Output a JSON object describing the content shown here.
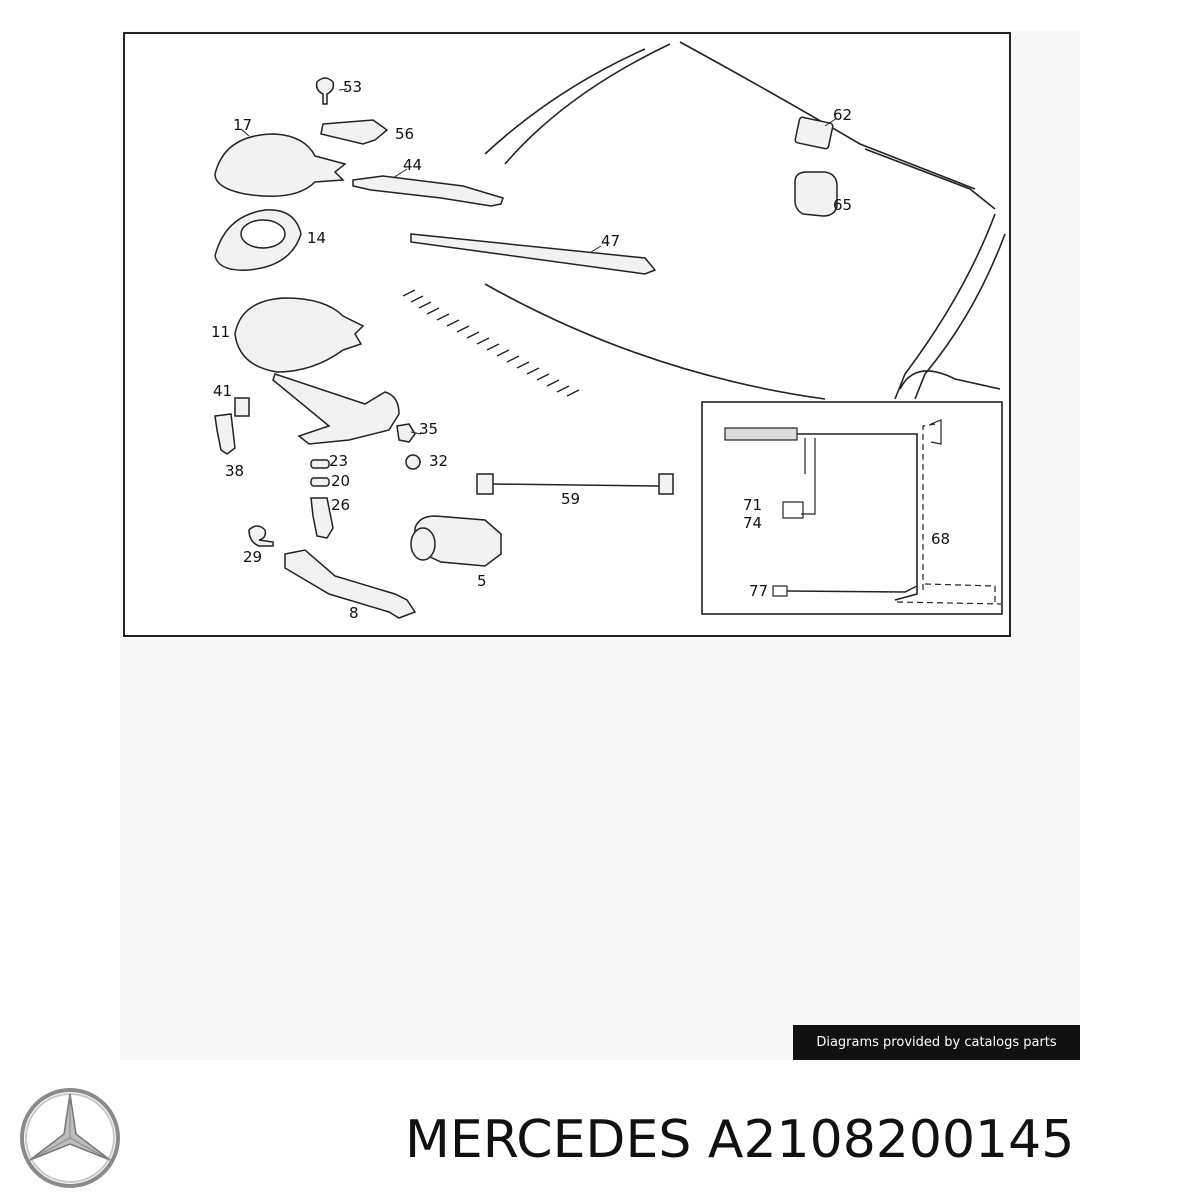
{
  "diagram": {
    "callouts": [
      {
        "id": "53",
        "label": "53"
      },
      {
        "id": "56",
        "label": "56"
      },
      {
        "id": "17",
        "label": "17"
      },
      {
        "id": "44",
        "label": "44"
      },
      {
        "id": "14",
        "label": "14"
      },
      {
        "id": "47",
        "label": "47"
      },
      {
        "id": "62",
        "label": "62"
      },
      {
        "id": "65",
        "label": "65"
      },
      {
        "id": "11",
        "label": "11"
      },
      {
        "id": "41",
        "label": "41"
      },
      {
        "id": "38",
        "label": "38"
      },
      {
        "id": "35",
        "label": "35"
      },
      {
        "id": "32",
        "label": "32"
      },
      {
        "id": "23",
        "label": "23"
      },
      {
        "id": "20",
        "label": "20"
      },
      {
        "id": "26",
        "label": "26"
      },
      {
        "id": "29",
        "label": "29"
      },
      {
        "id": "8",
        "label": "8"
      },
      {
        "id": "5",
        "label": "5"
      },
      {
        "id": "59",
        "label": "59"
      },
      {
        "id": "71",
        "label": "71"
      },
      {
        "id": "74",
        "label": "74"
      },
      {
        "id": "68",
        "label": "68"
      },
      {
        "id": "77",
        "label": "77"
      }
    ]
  },
  "credit": "Diagrams provided by catalogs parts",
  "brand": "MERCEDES",
  "part_number": "A2108200145",
  "icons": {
    "logo": "mercedes-star-logo"
  }
}
